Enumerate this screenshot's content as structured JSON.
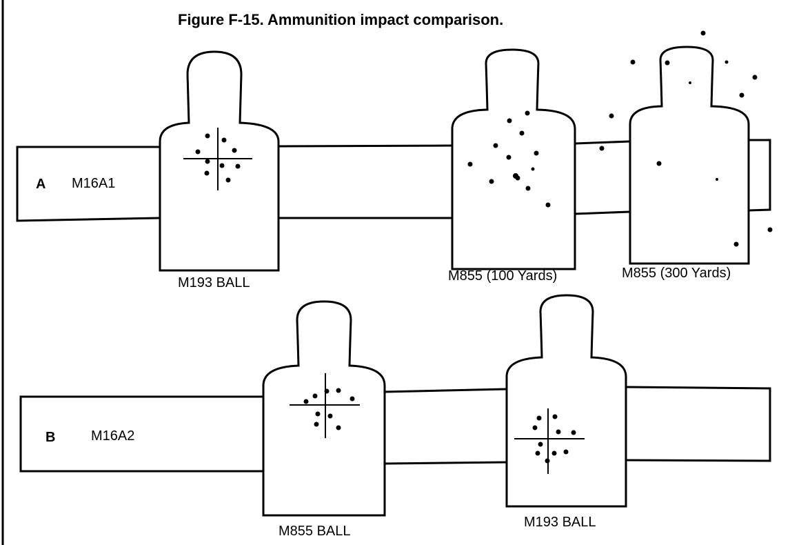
{
  "figure": {
    "title": "Figure F-15.  Ammunition impact comparison."
  },
  "rows": [
    {
      "letter": "A",
      "model": "M16A1",
      "targets": [
        {
          "caption": "M193 BALL",
          "crosshair": true,
          "shots": 9
        },
        {
          "caption": "M855 (100 Yards)",
          "crosshair": false,
          "shots": 13
        },
        {
          "caption": "M855  (300 Yards)",
          "crosshair": false,
          "shots": 13
        }
      ]
    },
    {
      "letter": "B",
      "model": "M16A2",
      "targets": [
        {
          "caption": "M855  BALL",
          "crosshair": true,
          "shots": 9
        },
        {
          "caption": "M193 BALL",
          "crosshair": true,
          "shots": 10
        }
      ]
    }
  ],
  "colors": {
    "ink": "#000000",
    "paper": "#ffffff"
  }
}
